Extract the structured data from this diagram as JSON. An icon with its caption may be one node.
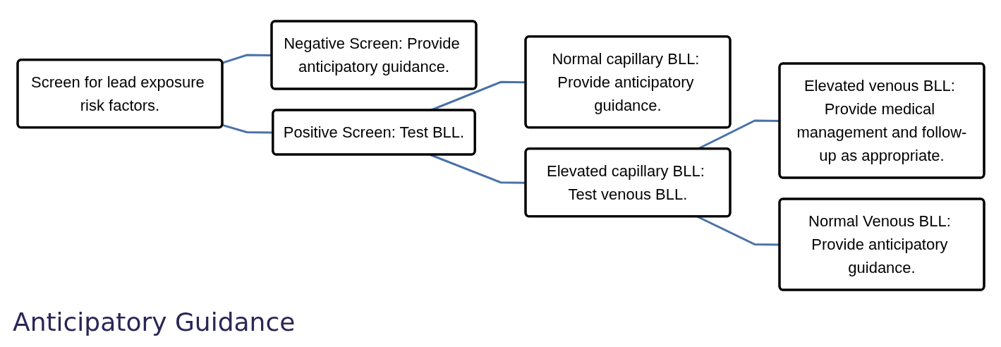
{
  "diagram": {
    "title": "Anticipatory Guidance",
    "nodes": [
      {
        "text": [
          "Screen for lead exposure risk factors."
        ]
      },
      {
        "text": [
          "Negative Screen: Provide anticipatory guidance."
        ]
      },
      {
        "text": [
          "Positive Screen: Test BLL."
        ]
      },
      {
        "text": [
          "Normal capillary BLL: Provide anticipatory guidance."
        ]
      },
      {
        "text": [
          "Elevated capillary BLL: Test venous BLL."
        ]
      },
      {
        "text": [
          "Elevated venous BLL: Provide medical management and follow-up as appropriate."
        ]
      },
      {
        "text": [
          "Normal Venous BLL: Provide anticipatory guidance."
        ]
      }
    ],
    "edges": [
      {
        "from": 0,
        "to": 1,
        "arrow": "none"
      },
      {
        "from": 0,
        "to": 2,
        "arrow": "none"
      },
      {
        "from": 2,
        "to": 3,
        "arrow": "none"
      },
      {
        "from": 2,
        "to": 4,
        "arrow": "none"
      },
      {
        "from": 4,
        "to": 5,
        "arrow": "none"
      },
      {
        "from": 4,
        "to": 6,
        "arrow": "none"
      }
    ]
  }
}
